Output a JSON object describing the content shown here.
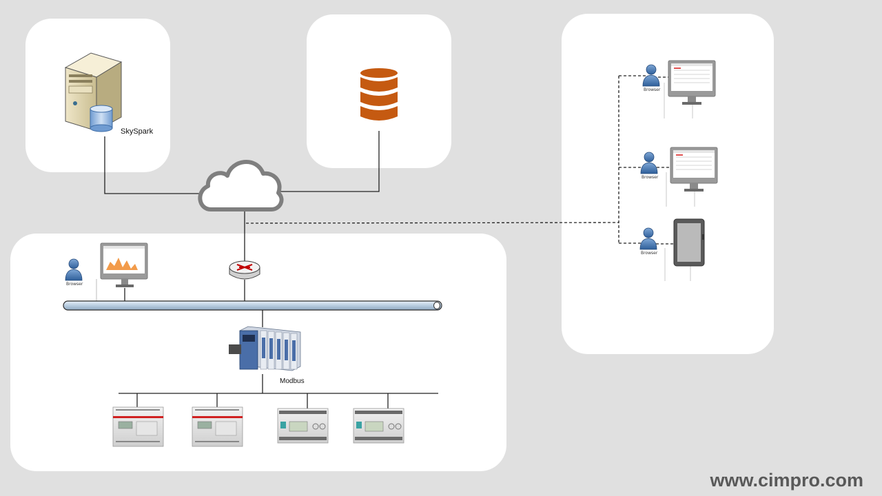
{
  "nodes": {
    "server_label": "SkySpark",
    "modbus_label": "Modbus",
    "browser_label": "Browser"
  },
  "footer": {
    "url": "www.cimpro.com"
  },
  "colors": {
    "background": "#e0e0e0",
    "panel": "#ffffff",
    "database": "#c55a11",
    "cloud": "#7f7f7f",
    "bus": "#b8cde0",
    "footer_text": "#595959"
  },
  "icons": [
    "server-icon",
    "database-icon",
    "cloud-icon",
    "router-icon",
    "browser-user-icon",
    "monitor-icon",
    "tablet-icon",
    "io-controller-icon",
    "energy-meter-icon",
    "plc-module-icon"
  ]
}
